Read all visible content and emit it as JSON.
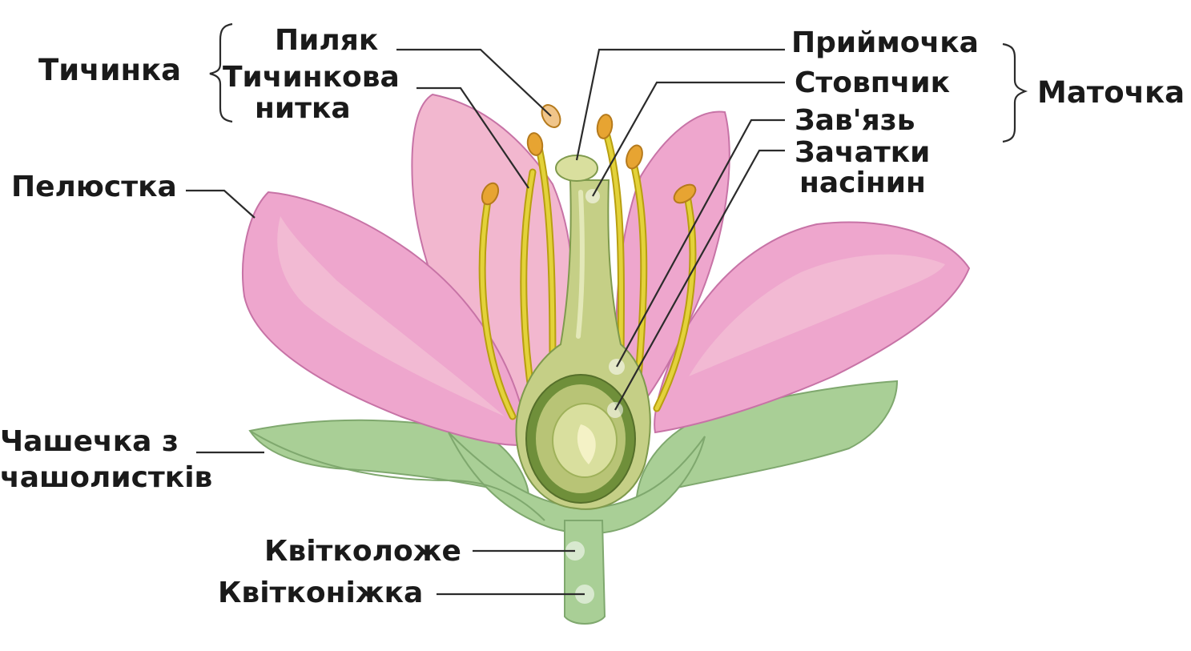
{
  "labels": {
    "stamen_group": "Тичинка",
    "pistil_group": "Маточка",
    "anther": "Пиляк",
    "filament_line1": "Тичинкова",
    "filament_line2": "нитка",
    "stigma": "Приймочка",
    "style": "Стовпчик",
    "ovary": "Зав'язь",
    "ovules_line1": "Зачатки",
    "ovules_line2": "насінин",
    "petal": "Пелюстка",
    "calyx_line1": "Чашечка з",
    "calyx_line2": "чашолистків",
    "receptacle": "Квітколоже",
    "pedicel": "Квітконіжка"
  },
  "colors": {
    "petal": "#eea6cd",
    "petal_dark": "#c773a6",
    "petal_light": "#f6cbd9",
    "sepal": "#a9cf96",
    "sepal_dark": "#7fa86e",
    "pistil": "#c5cf86",
    "pistil_dark": "#7f9a4d",
    "ovary_inner": "#d9df9e",
    "filament": "#d4c11f",
    "anther": "#e7a432"
  }
}
